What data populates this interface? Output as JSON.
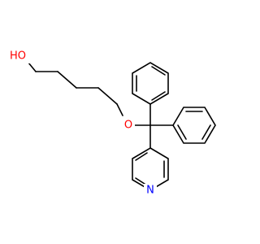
{
  "molecule": {
    "atoms": {
      "hydroxyl": {
        "text": "HO",
        "color": "#ff0000"
      },
      "ether": {
        "text": "O",
        "color": "#ff0000"
      },
      "pyridine_n": {
        "text": "N",
        "color": "#0000ff"
      }
    },
    "bond_color": "#000000"
  }
}
